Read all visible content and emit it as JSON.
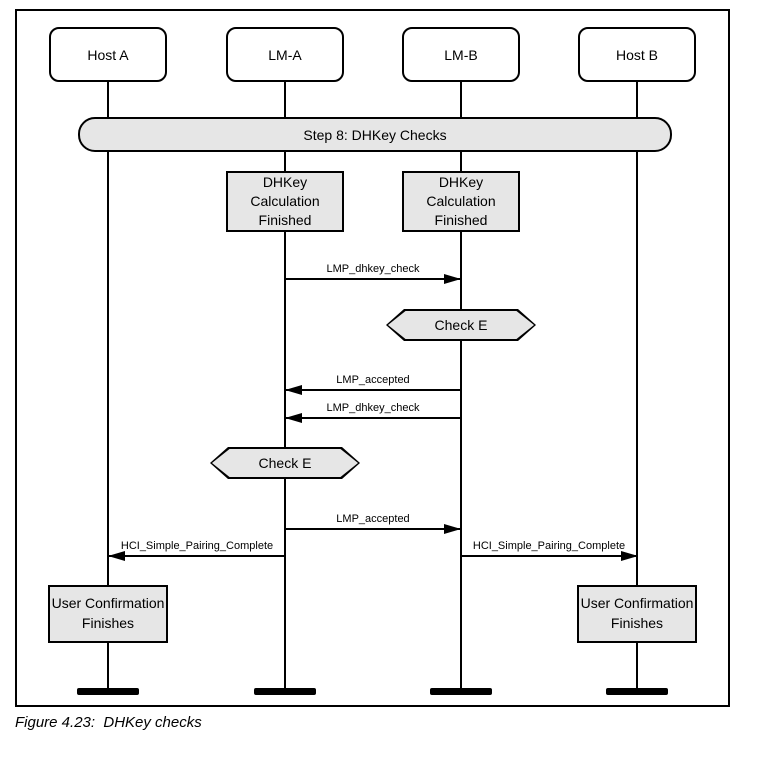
{
  "colors": {
    "background": "#ffffff",
    "shape_fill": "#e6e6e6",
    "stroke": "#000000"
  },
  "figure": {
    "caption": "Figure 4.23:  DHKey checks"
  },
  "banner": {
    "label": "Step 8: DHKey Checks"
  },
  "actors": [
    {
      "label": "Host A"
    },
    {
      "label": "LM-A"
    },
    {
      "label": "LM-B"
    },
    {
      "label": "Host B"
    }
  ],
  "process_boxes": [
    {
      "lifeline": "LM-A",
      "lines": [
        "DHKey",
        "Calculation",
        "Finished"
      ]
    },
    {
      "lifeline": "LM-B",
      "lines": [
        "DHKey",
        "Calculation",
        "Finished"
      ]
    }
  ],
  "checks": [
    {
      "lifeline": "LM-B",
      "label": "Check E"
    },
    {
      "lifeline": "LM-A",
      "label": "Check E"
    }
  ],
  "messages": [
    {
      "label": "LMP_dhkey_check",
      "from": "LM-A",
      "to": "LM-B",
      "direction": "right"
    },
    {
      "label": "LMP_accepted",
      "from": "LM-B",
      "to": "LM-A",
      "direction": "left"
    },
    {
      "label": "LMP_dhkey_check",
      "from": "LM-B",
      "to": "LM-A",
      "direction": "left"
    },
    {
      "label": "LMP_accepted",
      "from": "LM-A",
      "to": "LM-B",
      "direction": "right"
    },
    {
      "label": "HCI_Simple_Pairing_Complete",
      "from": "LM-A",
      "to": "Host A",
      "direction": "left"
    },
    {
      "label": "HCI_Simple_Pairing_Complete",
      "from": "LM-B",
      "to": "Host B",
      "direction": "right"
    }
  ],
  "user_boxes": [
    {
      "lifeline": "Host A",
      "lines": [
        "User Confirmation",
        "Finishes"
      ]
    },
    {
      "lifeline": "Host B",
      "lines": [
        "User Confirmation",
        "Finishes"
      ]
    }
  ]
}
